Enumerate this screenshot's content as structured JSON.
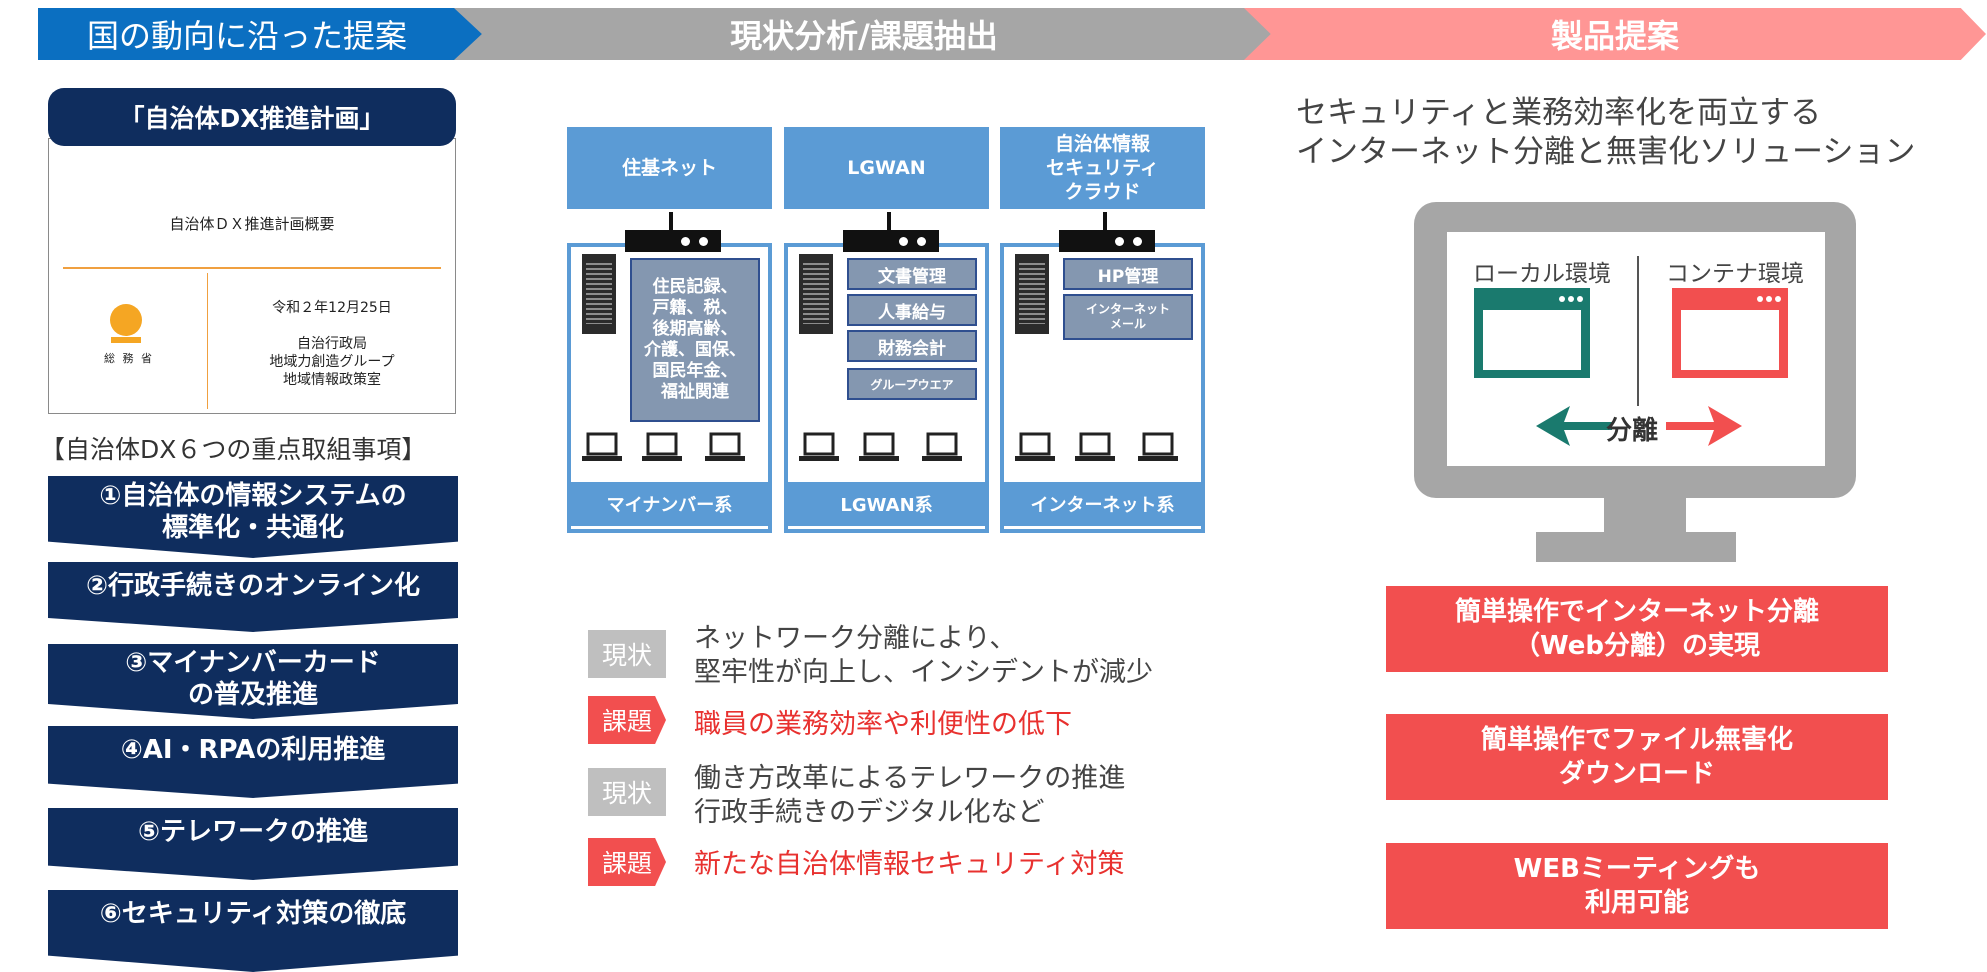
{
  "header": {
    "step1": "国の動向に沿った提案",
    "step2": "現状分析/課題抽出",
    "step3": "製品提案"
  },
  "dx_plan": {
    "title": "「自治体DX推進計画」",
    "doc_title": "自治体ＤＸ推進計画概要",
    "date": "令和２年12月25日",
    "org": "自治行政局\n地域力創造グループ\n地域情報政策室",
    "ministry": "総 務 省"
  },
  "priorities": {
    "heading": "【自治体DX６つの重点取組事項】",
    "items": [
      "①自治体の情報システムの\n標準化・共通化",
      "②行政手続きのオンライン化",
      "③マイナンバーカード\nの普及推進",
      "④AI・RPAの利用推進",
      "⑤テレワークの推進",
      "⑥セキュリティ対策の徹底"
    ]
  },
  "network": {
    "zones": [
      {
        "header": "住基ネット",
        "footer": "マイナンバー系",
        "systems": [
          "住民記録、\n戸籍、税、\n後期高齢、\n介護、国保、\n国民年金、\n福祉関連"
        ]
      },
      {
        "header": "LGWAN",
        "footer": "LGWAN系",
        "systems": [
          "文書管理",
          "人事給与",
          "財務会計",
          "グループウエア"
        ]
      },
      {
        "header": "自治体情報\nセキュリティ\nクラウド",
        "footer": "インターネット系",
        "systems": [
          "HP管理",
          "インターネット\nメール"
        ]
      }
    ]
  },
  "analysis": {
    "status_label": "現状",
    "issue_label": "課題",
    "rows": [
      {
        "status": "ネットワーク分離により、\n堅牢性が向上し、インシデントが減少",
        "issue": "職員の業務効率や利便性の低下"
      },
      {
        "status": "働き方改革によるテレワークの推進\n行政手続きのデジタル化など",
        "issue": "新たな自治体情報セキュリティ対策"
      }
    ]
  },
  "proposal": {
    "tagline": "セキュリティと業務効率化を両立する\nインターネット分離と無害化ソリューション",
    "local_label": "ローカル環境",
    "container_label": "コンテナ環境",
    "separation_label": "分離",
    "features": [
      "簡単操作でインターネット分離\n（Web分離）の実現",
      "簡単操作でファイル無害化\nダウンロード",
      "WEBミーティングも\n利用可能"
    ]
  },
  "colors": {
    "navy": "#0f2d5e",
    "blue": "#5b9bd5",
    "red": "#f24f4f",
    "teal": "#1a7a6e"
  }
}
